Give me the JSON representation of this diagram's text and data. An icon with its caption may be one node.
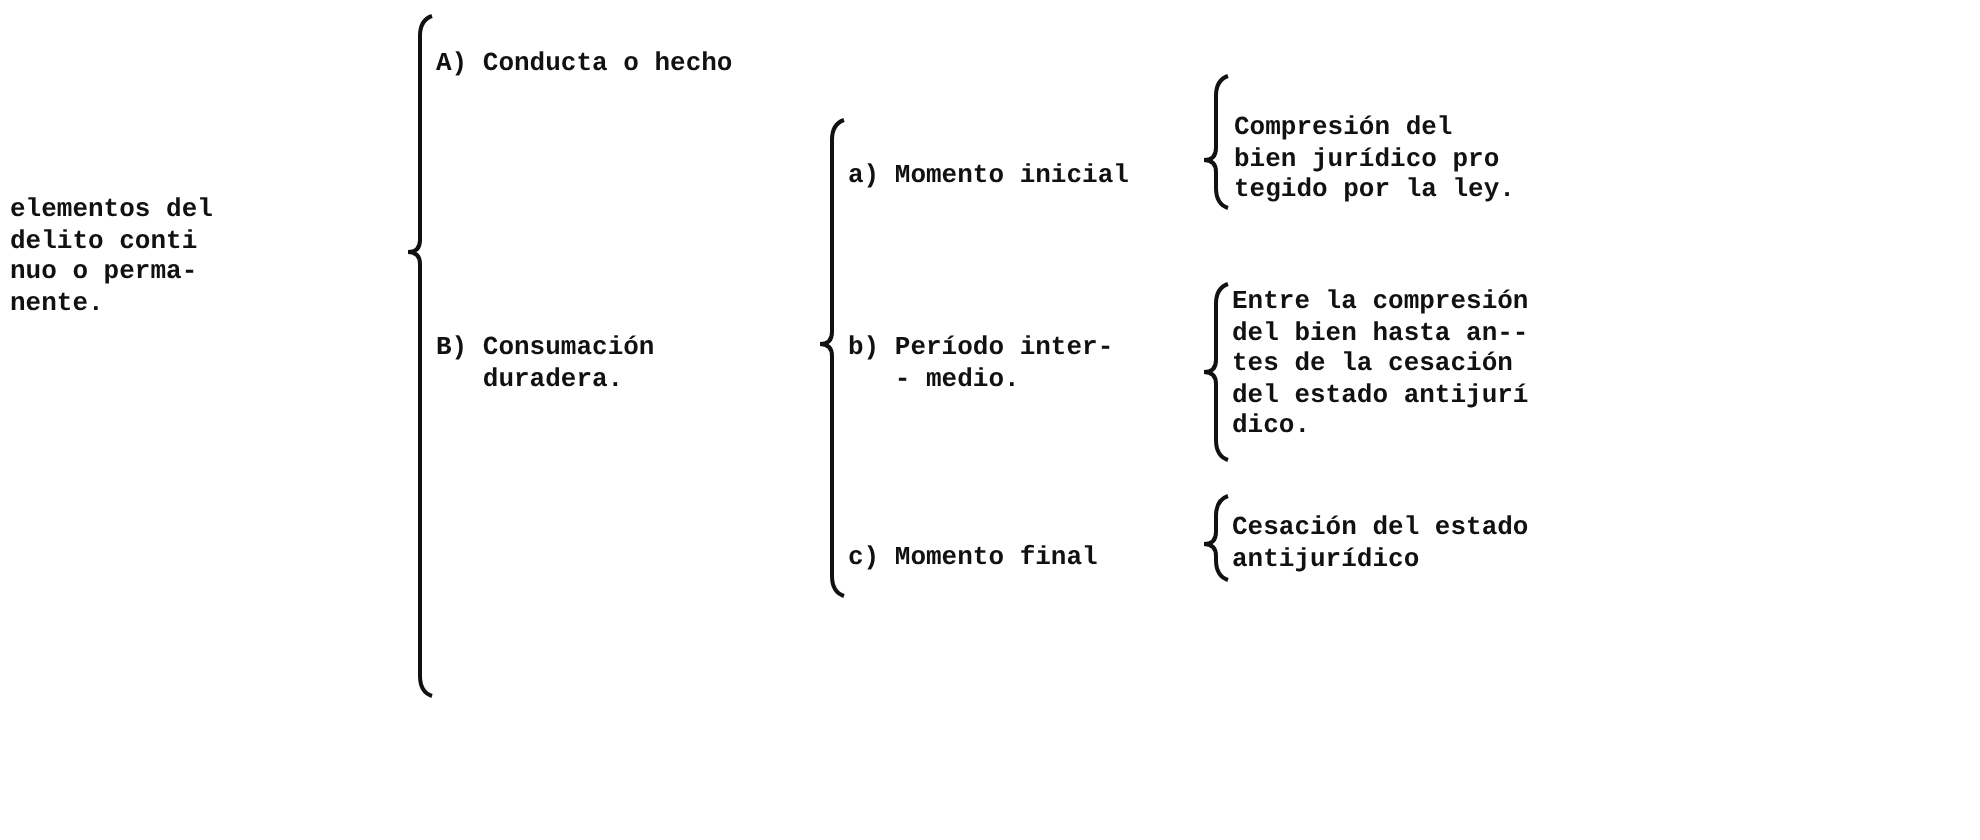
{
  "diagram": {
    "labels": [
      "A) Conducta o hecho",
      "a) Momento inicial",
      "Compresión del bien jurídico pro tegido por la ley.",
      "elementos del delito conti nuo o perma- nente.",
      "B) Consumación duradera.",
      "b) Período inter-- medio.",
      "Entre la compresión del bien hasta an-- tes de la cesación del estado antijurí dico.",
      "c) Momento final",
      "Cesación del estado antijurídico"
    ]
  }
}
